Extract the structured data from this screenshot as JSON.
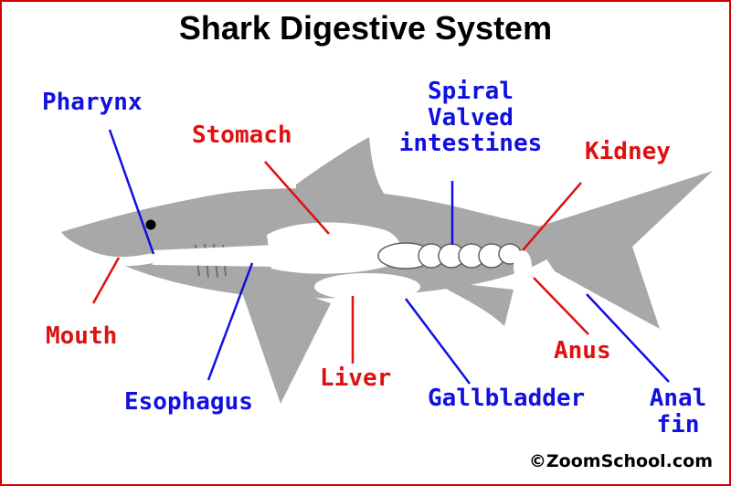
{
  "title": "Shark Digestive System",
  "labels": {
    "pharynx": "Pharynx",
    "stomach": "Stomach",
    "spiral_1": "Spiral",
    "spiral_2": "Valved",
    "spiral_3": "intestines",
    "kidney": "Kidney",
    "mouth": "Mouth",
    "liver": "Liver",
    "esophagus": "Esophagus",
    "gallbladder": "Gallbladder",
    "anus": "Anus",
    "anal_1": "Anal",
    "anal_2": "fin"
  },
  "copyright": "©ZoomSchool.com",
  "colors": {
    "red_labels": "#e01010",
    "blue_labels": "#1010e0",
    "shark_body": "#a8a8a8",
    "frame": "#d00000"
  }
}
